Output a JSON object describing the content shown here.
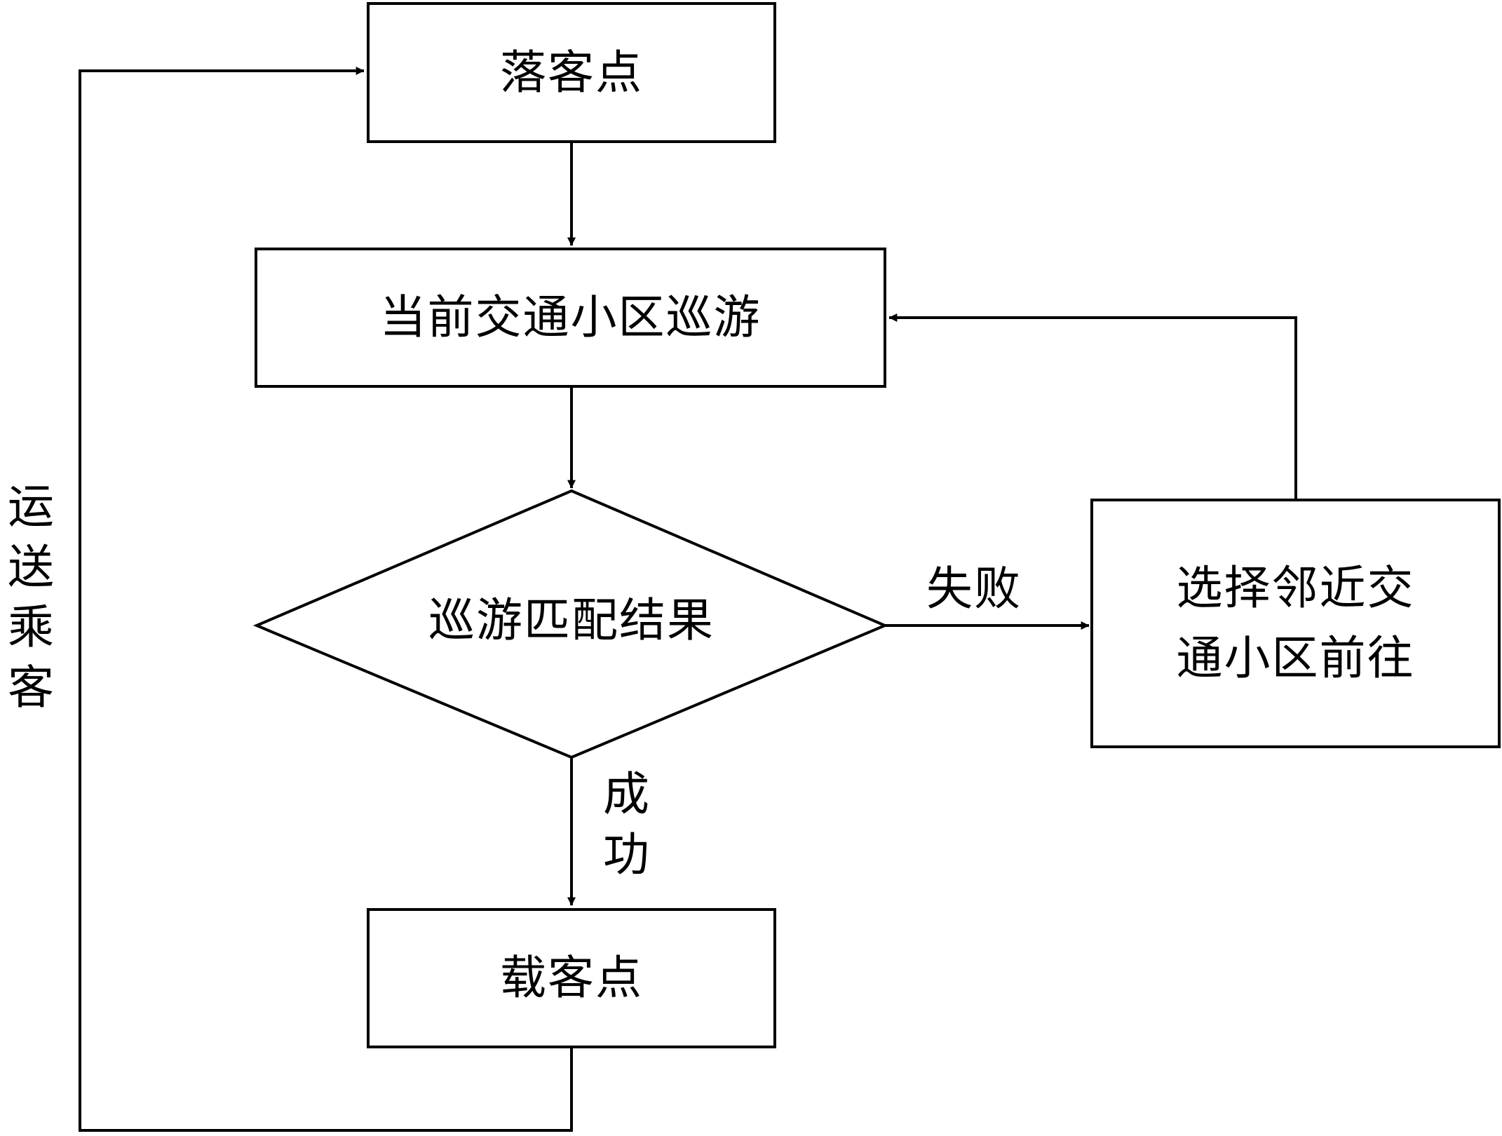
{
  "nodes": {
    "drop_off": "落客点",
    "cruise_current_zone": "当前交通小区巡游",
    "match_result": "巡游匹配结果",
    "choose_neighbor_zone_line1": "选择邻近交",
    "choose_neighbor_zone_line2": "通小区前往",
    "pick_up": "载客点"
  },
  "edges": {
    "failure": "失败",
    "success_chars": [
      "成",
      "功"
    ],
    "transport_passenger_chars": [
      "运",
      "送",
      "乘",
      "客"
    ]
  },
  "colors": {
    "stroke": "#000000",
    "background": "#ffffff"
  }
}
